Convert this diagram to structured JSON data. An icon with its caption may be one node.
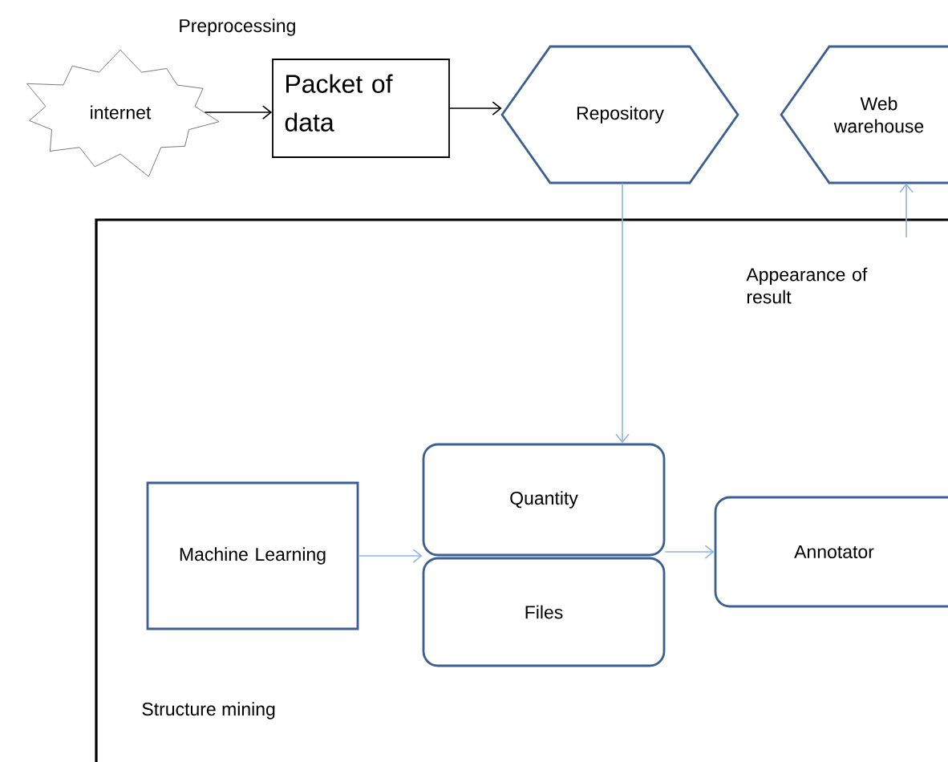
{
  "diagram": {
    "nodes": [
      {
        "text": [
          "internet"
        ]
      },
      {
        "text": [
          "Packet of data"
        ]
      },
      {
        "text": [
          "Repository"
        ]
      },
      {
        "text": [
          "Web warehouse"
        ]
      },
      {
        "text": [
          "Structure mining"
        ]
      },
      {
        "text": [
          "Machine Learning"
        ],
        "in": 4
      },
      {
        "text": [
          "Quantity"
        ],
        "in": 4
      },
      {
        "text": [
          "Files"
        ],
        "in": 4
      },
      {
        "text": [
          "Annotator"
        ],
        "in": 4
      }
    ],
    "edges": [
      {
        "from": 0,
        "to": 1,
        "arrow": "to",
        "color": "#000000",
        "label": "Preprocessing"
      },
      {
        "from": 1,
        "to": 2,
        "arrow": "to",
        "color": "#000000"
      },
      {
        "from": 2,
        "to": 6,
        "arrow": "to",
        "color": "#8eb4e3"
      },
      {
        "from": 5,
        "to": 6,
        "arrow": "to",
        "color": "#8eb4e3"
      },
      {
        "from": 6,
        "to": 8,
        "arrow": "to",
        "color": "#8eb4e3"
      },
      {
        "from": 4,
        "to": 3,
        "arrow": "to",
        "color": "#8eb4e3",
        "label": "Appearance of result"
      }
    ]
  }
}
